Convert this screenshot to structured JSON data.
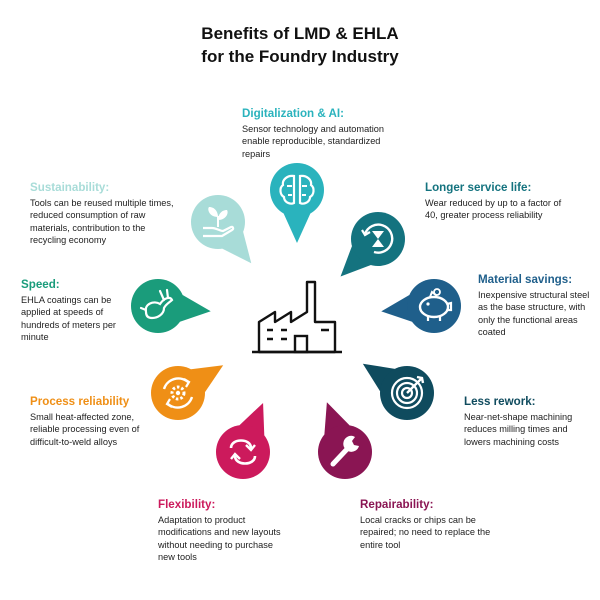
{
  "title_line1": "Benefits of LMD & EHLA",
  "title_line2": "for the Foundry Industry",
  "center_icon": "factory-icon",
  "benefits": [
    {
      "title": "Digitalization & AI:",
      "text": "Sensor technology and automation enable reproducible, standardized repairs",
      "color": "#2ab3bd",
      "icon": "brain-icon"
    },
    {
      "title": "Longer service life:",
      "text": "Wear reduced by up to a factor of 40, greater process reliability",
      "color": "#14737f",
      "icon": "hourglass-icon"
    },
    {
      "title": "Material savings:",
      "text": "Inexpensive structural steel as the base structure, with only the functional areas coated",
      "color": "#1f5f8b",
      "icon": "piggy-bank-icon"
    },
    {
      "title": "Less rework:",
      "text": "Near-net-shape machining reduces milling times and lowers machining costs",
      "color": "#0f4b5e",
      "icon": "target-icon"
    },
    {
      "title": "Repairability:",
      "text": "Local cracks or chips can be repaired; no need to replace the entire tool",
      "color": "#8a1553",
      "icon": "wrench-icon"
    },
    {
      "title": "Flexibility:",
      "text": "Adaptation to product modifications and new layouts without needing to purchase new tools",
      "color": "#cc1a5c",
      "icon": "exchange-arrows-icon"
    },
    {
      "title": "Process reliability",
      "text": "Small heat-affected zone, reliable processing even of difficult-to-weld alloys",
      "color": "#ef8f16",
      "icon": "cycle-gear-icon"
    },
    {
      "title": "Speed:",
      "text": "EHLA coatings can be applied at speeds of hundreds of meters per minute",
      "color": "#1a9c7b",
      "icon": "running-rabbit-icon"
    },
    {
      "title": "Sustainability:",
      "text": "Tools can be reused multiple times, reduced consumption of raw materials, contribution to the recycling economy",
      "color": "#a8dcd8",
      "icon": "plant-hand-icon"
    }
  ]
}
